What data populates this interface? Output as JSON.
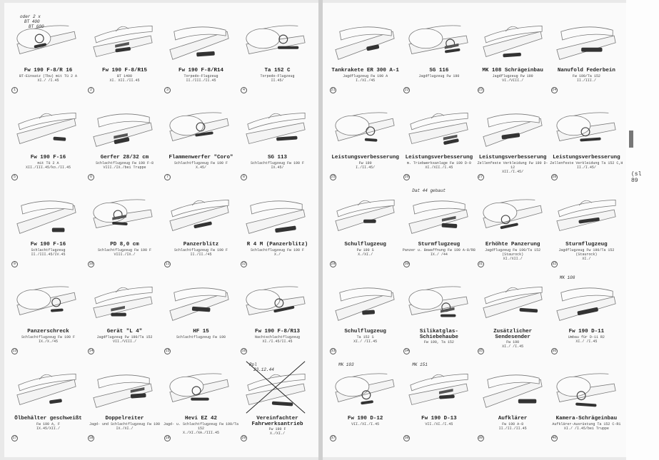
{
  "left_page": [
    {
      "title": "Fw 190 F-8/R 16",
      "l2": "BT-Einsatz (Tbu) mit Tü 2 A",
      "l3": "XI./ /I.45",
      "num": "1",
      "annots": [
        "oder 2 x",
        "BT 400",
        "BT 600"
      ]
    },
    {
      "title": "Fw 190 F-8/R15",
      "l2": "BT 1400",
      "l3": "XI. XII./II.45",
      "num": "2"
    },
    {
      "title": "Fw 190 F-8/R14",
      "l2": "Torpedo-Flugzeug",
      "l3": "II./III./II.45",
      "num": "3"
    },
    {
      "title": "Ta 152 C",
      "l2": "Torpedo-Flugzeug",
      "l3": "II.45/",
      "num": "4"
    },
    {
      "title": "Fw 190 F-16",
      "l2": "mit Tü 2 A",
      "l3": "XII./III.45/ko./II.45",
      "num": "5"
    },
    {
      "title": "Gerfer 28/32 cm",
      "l2": "Schlachtflugzeug Fw 190 F-8",
      "l3": "VIII./IX./bei Truppe",
      "num": "6"
    },
    {
      "title": "Flammenwerfer \"Coro\"",
      "l2": "Schlachtflugzeug Fw 190 F",
      "l3": "X.45/",
      "num": "7"
    },
    {
      "title": "SG 113",
      "l2": "Schlachtflugzeug Fw 190 F",
      "l3": "IX.45/",
      "num": "8"
    },
    {
      "title": "Fw 190 F-16",
      "l2": "Schlachtflugzeug",
      "l3": "II./III.45/IV.45",
      "num": "9"
    },
    {
      "title": "PD 8,0 cm",
      "l2": "Schlachtflugzeug Fw 190 F",
      "l3": "VIII./IX./",
      "num": "10"
    },
    {
      "title": "Panzerblitz",
      "l2": "Schlachtflugzeug Fw 190 F",
      "l3": "II./II./45",
      "num": "11"
    },
    {
      "title": "R 4 M (Panzerblitz)",
      "l2": "Schlachtflugzeug Fw 190 F",
      "l3": "X./",
      "num": "12"
    },
    {
      "title": "Panzerschreck",
      "l2": "Schlachtflugzeug Fw 190 F",
      "l3": "IX./X./45",
      "num": "13"
    },
    {
      "title": "Gerät \"L 4\"",
      "l2": "Jagdflugzeug Fw 190/Ta 152",
      "l3": "VII./VIII./",
      "num": "14"
    },
    {
      "title": "HF 15",
      "l2": "Schlachtflugzeug Fw 190",
      "l3": "",
      "num": "15"
    },
    {
      "title": "Fw 190 F-8/R13",
      "l2": "Nachtschlachtflugzeug",
      "l3": "XI./I.45/II.45",
      "num": "16"
    },
    {
      "title": "Ölbehälter geschweißt",
      "l2": "Fw 190 A, F",
      "l3": "IX.45/XII./",
      "num": "17"
    },
    {
      "title": "Doppelreiter",
      "l2": "Jagd- und Schlachtflugzeug Fw 190",
      "l3": "IX./XI./",
      "num": "18"
    },
    {
      "title": "Hevi EZ 42",
      "l2": "Jagd- u. Schlachtflugzeug Fw 190/Ta 152",
      "l3": "X./XI./XA./III.45",
      "num": "19"
    },
    {
      "title": "Vereinfachter Fahrwerksantrieb",
      "l2": "Fw 190 F",
      "l3": "X./XI./",
      "num": "20",
      "annots": [
        "Rpl",
        "23.12.44"
      ]
    }
  ],
  "right_page": [
    {
      "title": "Tankrakete ER 300 A-1",
      "l2": "Jagdflugzeug Fw 190 A",
      "l3": "I./XI./45",
      "num": "21"
    },
    {
      "title": "SG 116",
      "l2": "Jagdflugzeug Fw 190",
      "l3": "",
      "num": "22"
    },
    {
      "title": "MK 108 Schrägeinbau",
      "l2": "Jagdflugzeug Fw 190",
      "l3": "VI./VIII./",
      "num": "23"
    },
    {
      "title": "Nanufold Federbein",
      "l2": "Fw 190/Ta 152",
      "l3": "II./III./",
      "num": "24"
    },
    {
      "title": "Leistungsverbesserung",
      "l2": "Fw 190",
      "l3": "I./II.45/",
      "num": "25"
    },
    {
      "title": "Leistungsverbesserung",
      "l2": "m. Triebwerksanlage Fw 190 D-9",
      "l3": "XI./XII./I.45",
      "num": "26"
    },
    {
      "title": "Leistungsverbesserung",
      "l2": "Zellenfeste Verkleidung Fw 190 D-12",
      "l3": "XII./I.45/",
      "num": "27"
    },
    {
      "title": "Leistungsverbesserung",
      "l2": "Zellenfeste Verkleidung Ta 152 C,H",
      "l3": "II./I.45/",
      "num": "28"
    },
    {
      "title": "Schulflugzeug",
      "l2": "Fw 190 S",
      "l3": "X./XI./",
      "num": "29"
    },
    {
      "title": "Sturmflugzeug",
      "l2": "Panzer u. Bewaffnung Fw 190 A-8/R8",
      "l3": "IX./ /44",
      "num": "30",
      "annots": [
        "Dat 44 gebaut"
      ]
    },
    {
      "title": "Erhöhte Panzerung",
      "l2": "Jagdflugzeug Fw 190/Ta 152 (Staurock)",
      "l3": "XI./XII./",
      "num": "31"
    },
    {
      "title": "Sturmflugzeug",
      "l2": "Jagdflugzeug Fw 190/Ta 152 (Staurock)",
      "l3": "XI./",
      "num": "32"
    },
    {
      "title": "Schulflugzeug",
      "l2": "Ta 152 S",
      "l3": "XI./ /II.45",
      "num": "33"
    },
    {
      "title": "Silikatglas-Schiebehaube",
      "l2": "Fw 190, Ta 152",
      "l3": "",
      "num": "34"
    },
    {
      "title": "Zusätzlicher Sendesender",
      "l2": "Fw 190",
      "l3": "XI./ /I.45",
      "num": "35"
    },
    {
      "title": "Fw 190 D-11",
      "l2": "Umbau für D-11 R2",
      "l3": "XI./ /I.45",
      "num": "36",
      "annots": [
        "MK 108"
      ]
    },
    {
      "title": "Fw 190 D-12",
      "l2": "VII./XI./I.45",
      "l3": "",
      "num": "37",
      "annots": [
        "MK 103"
      ]
    },
    {
      "title": "Fw 190 D-13",
      "l2": "VII./XI./I.45",
      "l3": "",
      "num": "38",
      "annots": [
        "MK 151"
      ]
    },
    {
      "title": "Aufklärer",
      "l2": "Fw 190 A-8",
      "l3": "II./II./II.45",
      "num": "39"
    },
    {
      "title": "Kamera-Schrägeinbau",
      "l2": "Aufklärer-Ausrüstung Ta 152 C-R1",
      "l3": "XI./ /I.45/bei Truppe",
      "num": "40"
    }
  ],
  "edge_label": "(sl\n89"
}
